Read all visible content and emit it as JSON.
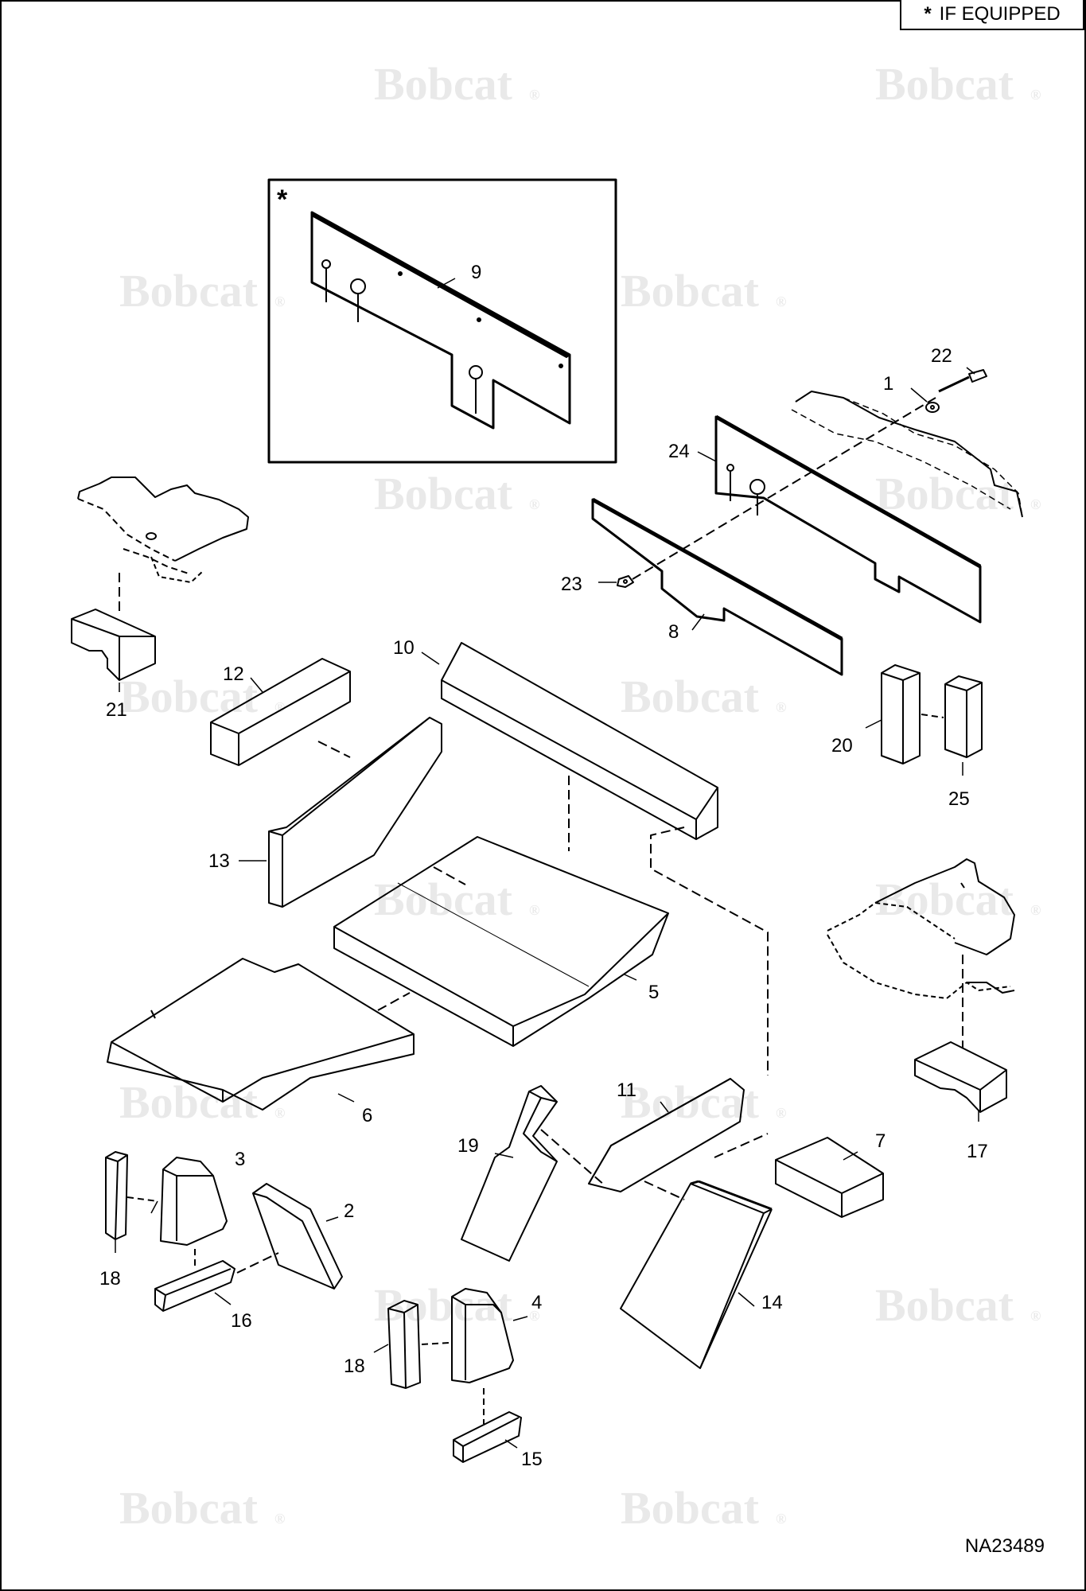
{
  "legend": {
    "symbol": "*",
    "text": "IF EQUIPPED"
  },
  "inset": {
    "symbol": "*"
  },
  "watermark": {
    "text": "Bobcat",
    "mark": "®"
  },
  "figure_id": "NA23489",
  "callouts": {
    "c1": "1",
    "c2": "2",
    "c3": "3",
    "c4": "4",
    "c5": "5",
    "c6": "6",
    "c7": "7",
    "c8": "8",
    "c9": "9",
    "c10": "10",
    "c11": "11",
    "c12": "12",
    "c13": "13",
    "c14": "14",
    "c15": "15",
    "c16": "16",
    "c17": "17",
    "c18a": "18",
    "c18b": "18",
    "c19": "19",
    "c20": "20",
    "c21": "21",
    "c22": "22",
    "c23": "23",
    "c24": "24",
    "c25": "25"
  },
  "colors": {
    "line": "#000000",
    "watermark": "#e8e8e8",
    "background": "#ffffff"
  }
}
